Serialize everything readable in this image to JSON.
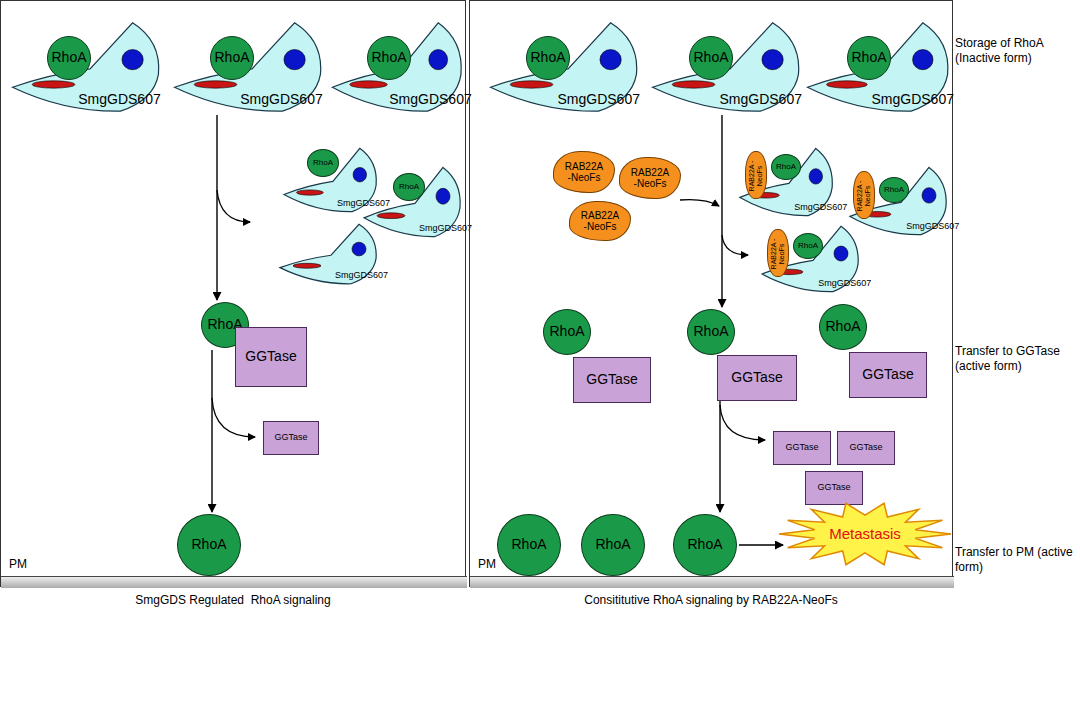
{
  "diagram": {
    "nodes": [
      {
        "text": [
          "SmgGDS Regulated  RhoA signaling"
        ]
      },
      {
        "text": [
          "Consititutive RhoA signaling by RAB22A-NeoFs"
        ]
      },
      {
        "text": [
          "SmgGDS607"
        ],
        "in": 0
      },
      {
        "text": [
          "RhoA"
        ],
        "in": 0
      },
      {
        "text": [
          "SmgGDS607"
        ],
        "in": 0
      },
      {
        "text": [
          "RhoA"
        ],
        "in": 0
      },
      {
        "text": [
          "SmgGDS607"
        ],
        "in": 0
      },
      {
        "text": [
          "RhoA"
        ],
        "in": 0
      },
      {
        "text": [
          "SmgGDS607"
        ],
        "in": 0
      },
      {
        "text": [
          "RhoA"
        ],
        "in": 0
      },
      {
        "text": [
          "SmgGDS607"
        ],
        "in": 0
      },
      {
        "text": [
          "RhoA"
        ],
        "in": 0
      },
      {
        "text": [
          "SmgGDS607"
        ],
        "in": 0
      },
      {
        "text": [
          "RhoA"
        ],
        "in": 0
      },
      {
        "text": [
          "GGTase"
        ],
        "in": 0
      },
      {
        "text": [
          "GGTase"
        ],
        "in": 0
      },
      {
        "text": [
          "RhoA"
        ],
        "in": 0
      },
      {
        "text": [
          "PM"
        ],
        "in": 0
      },
      {
        "text": [
          "SmgGDS607"
        ],
        "in": 1
      },
      {
        "text": [
          "RhoA"
        ],
        "in": 1
      },
      {
        "text": [
          "SmgGDS607"
        ],
        "in": 1
      },
      {
        "text": [
          "RhoA"
        ],
        "in": 1
      },
      {
        "text": [
          "SmgGDS607"
        ],
        "in": 1
      },
      {
        "text": [
          "RhoA"
        ],
        "in": 1
      },
      {
        "text": [
          "RAB22A -NeoFs"
        ],
        "in": 1
      },
      {
        "text": [
          "RAB22A -NeoFs"
        ],
        "in": 1
      },
      {
        "text": [
          "RAB22A -NeoFs"
        ],
        "in": 1
      },
      {
        "text": [
          "SmgGDS607"
        ],
        "in": 1
      },
      {
        "text": [
          "RAB22A -NeoFs"
        ],
        "in": 1
      },
      {
        "text": [
          "RhoA"
        ],
        "in": 1
      },
      {
        "text": [
          "SmgGDS607"
        ],
        "in": 1
      },
      {
        "text": [
          "RAB22A -NeoFs"
        ],
        "in": 1
      },
      {
        "text": [
          "RhoA"
        ],
        "in": 1
      },
      {
        "text": [
          "SmgGDS607"
        ],
        "in": 1
      },
      {
        "text": [
          "RAB22A -NeoFs"
        ],
        "in": 1
      },
      {
        "text": [
          "RhoA"
        ],
        "in": 1
      },
      {
        "text": [
          "RhoA"
        ],
        "in": 1
      },
      {
        "text": [
          "GGTase"
        ],
        "in": 1
      },
      {
        "text": [
          "RhoA"
        ],
        "in": 1
      },
      {
        "text": [
          "GGTase"
        ],
        "in": 1
      },
      {
        "text": [
          "RhoA"
        ],
        "in": 1
      },
      {
        "text": [
          "GGTase"
        ],
        "in": 1
      },
      {
        "text": [
          "GGTase"
        ],
        "in": 1
      },
      {
        "text": [
          "GGTase"
        ],
        "in": 1
      },
      {
        "text": [
          "GGTase"
        ],
        "in": 1
      },
      {
        "text": [
          "RhoA"
        ],
        "in": 1
      },
      {
        "text": [
          "RhoA"
        ],
        "in": 1
      },
      {
        "text": [
          "RhoA"
        ],
        "in": 1
      },
      {
        "text": [
          "Metastasis"
        ],
        "in": 1
      },
      {
        "text": [
          "PM"
        ],
        "in": 1
      }
    ],
    "edges": [
      {
        "from": 4,
        "to": 13,
        "arrow": "to"
      },
      {
        "from": 13,
        "to": 16,
        "arrow": "to"
      },
      {
        "from": 20,
        "to": 38,
        "arrow": "to"
      },
      {
        "from": 38,
        "to": 47,
        "arrow": "to"
      },
      {
        "from": 47,
        "to": 48,
        "arrow": "to"
      }
    ],
    "labels": [
      "Storage of RhoA (Inactive form)",
      "Transfer to GGTase (active form)",
      "Transfer to PM (active form)"
    ]
  }
}
